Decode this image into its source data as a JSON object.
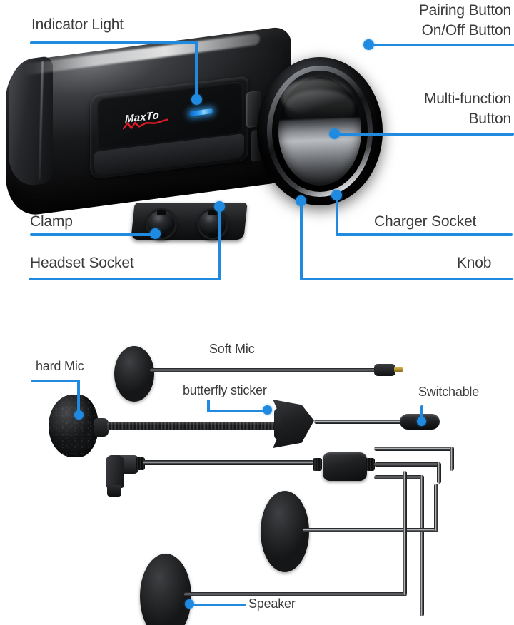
{
  "diagram": {
    "title": "MaxTo motorcycle Bluetooth intercom headset annotated parts diagram",
    "accent_color": "#1f8ae0",
    "label_color": "#3b3b3b",
    "background_color": "#ffffff",
    "brand": {
      "name": "MaxTo",
      "text_color": "#f2f2f2",
      "wave_color": "#e01b24"
    }
  },
  "device_section": {
    "callouts": [
      {
        "id": "indicator-light",
        "label": "Indicator Light"
      },
      {
        "id": "pairing-button",
        "label": "Pairing Button"
      },
      {
        "id": "onoff-button",
        "label": "On/Off Button"
      },
      {
        "id": "multifunction-l1",
        "label": "Multi-function"
      },
      {
        "id": "multifunction-l2",
        "label": "Button"
      },
      {
        "id": "clamp",
        "label": "Clamp"
      },
      {
        "id": "headset-socket",
        "label": "Headset Socket"
      },
      {
        "id": "charger-socket",
        "label": "Charger Socket"
      },
      {
        "id": "knob",
        "label": "Knob"
      }
    ]
  },
  "accessories_section": {
    "callouts": [
      {
        "id": "hard-mic",
        "label": "hard Mic"
      },
      {
        "id": "soft-mic",
        "label": "Soft Mic"
      },
      {
        "id": "butterfly-sticker",
        "label": "butterfly sticker"
      },
      {
        "id": "switchable",
        "label": "Switchable"
      },
      {
        "id": "speaker",
        "label": "Speaker"
      }
    ]
  }
}
